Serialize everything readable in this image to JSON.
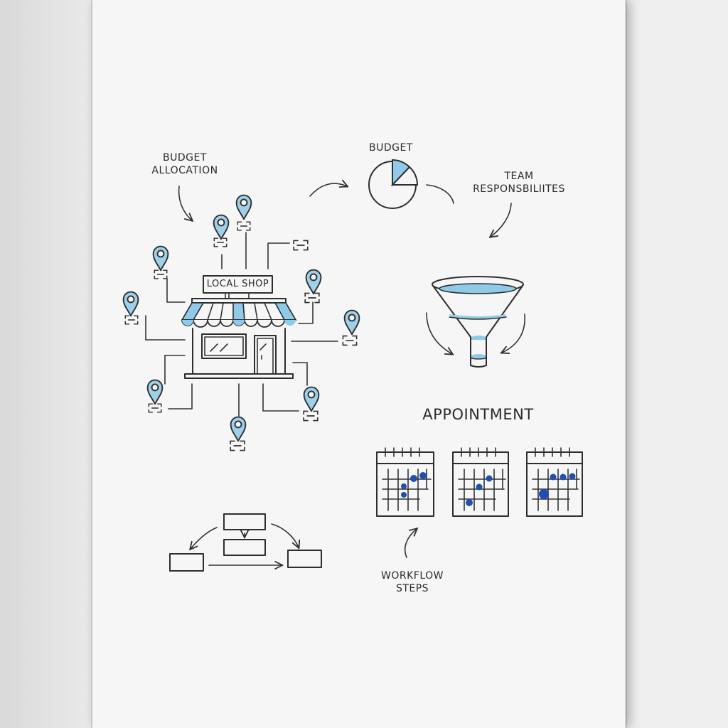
{
  "page": {
    "background_color": "#e6e6e6",
    "paper_color": "#f6f6f6",
    "ink_color": "#2e2e2e",
    "accent_light_blue": "#8fcbe8",
    "accent_dark_blue": "#1f4fb5"
  },
  "labels": {
    "budget_allocation_line1": "BUDGET",
    "budget_allocation_line2": "ALLOCATION",
    "budget": "BUDGET",
    "team_line1": "TEAM",
    "team_line2": "RESPONSBILIITES",
    "local_shop": "LOCAL SHOP",
    "appointment": "APPOINTMENT",
    "workflow_line1": "WORKFLOW",
    "workflow_line2": "STEPS"
  },
  "icons": {
    "shop": "storefront-icon",
    "location_pins": 10,
    "pie": "pie-chart-icon",
    "funnel": "funnel-icon",
    "calendars": 3,
    "flowchart_boxes": 4
  },
  "budget_pie": {
    "highlighted_slice_percent": 12.5,
    "outlined_slice_percent": 12.5
  },
  "calendars": [
    {
      "dots": 4
    },
    {
      "dots": 3
    },
    {
      "dots": 4
    }
  ]
}
